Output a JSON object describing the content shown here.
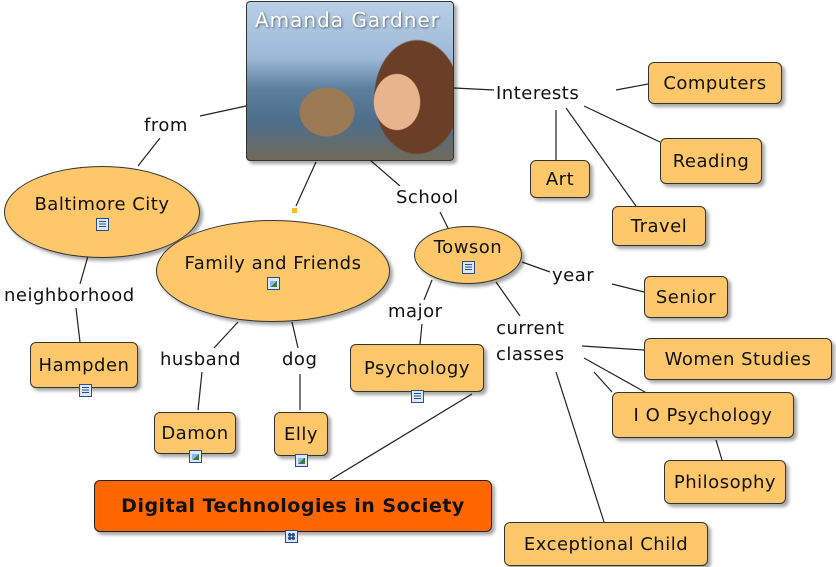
{
  "photo": {
    "title": "Amanda Gardner"
  },
  "nodes": {
    "baltimore": "Baltimore City",
    "hampden": "Hampden",
    "family": "Family and Friends",
    "damon": "Damon",
    "elly": "Elly",
    "towson": "Towson",
    "psychology": "Psychology",
    "senior": "Senior",
    "computers": "Computers",
    "reading": "Reading",
    "art": "Art",
    "travel": "Travel",
    "women": "Women Studies",
    "io": "I O Psychology",
    "philosophy": "Philosophy",
    "exceptional": "Exceptional Child",
    "digital": "Digital Technologies in Society"
  },
  "links": {
    "from": "from",
    "neighborhood": "neighborhood",
    "husband": "husband",
    "dog": "dog",
    "school": "School",
    "year": "year",
    "major": "major",
    "current_1": "current",
    "current_2": "classes",
    "interests": "Interests"
  },
  "colors": {
    "node_fill": "#FDC76A",
    "highlight_fill": "#FF6600",
    "line": "#222222"
  },
  "icons": {
    "baltimore": "document-icon",
    "hampden": "document-icon",
    "family": "image-icon",
    "damon": "image-icon",
    "elly": "image-icon",
    "towson": "document-icon",
    "psychology": "document-icon",
    "digital": "concept-map-icon"
  }
}
